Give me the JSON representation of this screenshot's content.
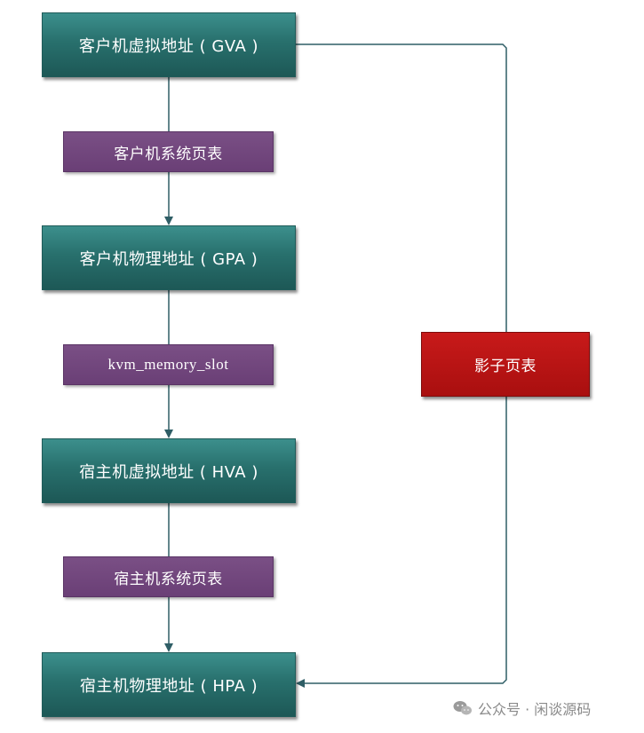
{
  "nodes": {
    "gva": "客户机虚拟地址 ( GVA )",
    "guest_page_table": "客户机系统页表",
    "gpa": "客户机物理地址 ( GPA )",
    "kvm_memory_slot": "kvm_memory_slot",
    "hva": "宿主机虚拟地址 ( HVA )",
    "host_page_table": "宿主机系统页表",
    "hpa": "宿主机物理地址 ( HPA )",
    "shadow_page_table": "影子页表"
  },
  "watermark": {
    "text": "公众号 · 闲谈源码",
    "icon": "wechat-icon"
  },
  "colors": {
    "address_box": "#28706d",
    "table_box": "#6a3f76",
    "shadow_box": "#b11414",
    "connector": "#2f5e66"
  }
}
